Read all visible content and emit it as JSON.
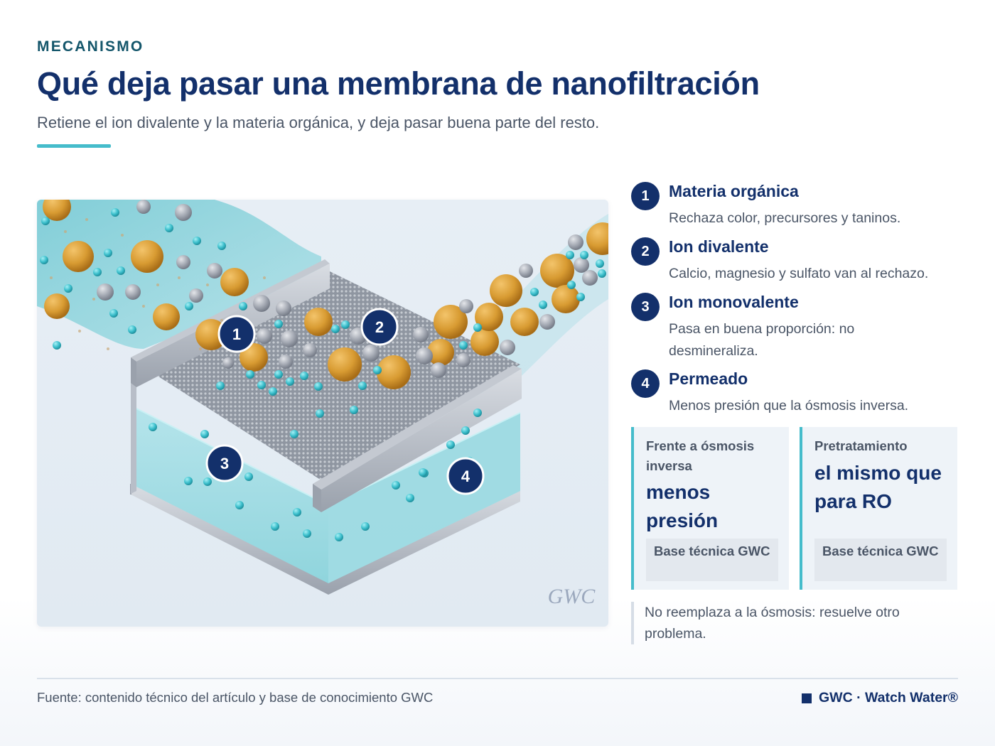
{
  "header": {
    "eyebrow": "MECANISMO",
    "title": "Qué deja pasar una membrana de nanofiltración",
    "subtitle": "Retiene el ion divalente y la materia orgánica, y deja pasar buena parte del resto."
  },
  "illustration": {
    "watermark": "GWC",
    "markers": [
      "1",
      "2",
      "3",
      "4"
    ],
    "colors": {
      "organic": "#d89b32",
      "divalent": "#a3a8b2",
      "monovalent": "#3cbfcc",
      "water": "#7fd0d8",
      "frame": "#b8bec8",
      "badge": "#13306b"
    }
  },
  "legend": [
    {
      "number": "1",
      "title": "Materia orgánica",
      "description": "Rechaza color, precursores y taninos."
    },
    {
      "number": "2",
      "title": "Ion divalente",
      "description": "Calcio, magnesio y sulfato van al rechazo."
    },
    {
      "number": "3",
      "title": "Ion monovalente",
      "description": "Pasa en buena proporción: no desmineraliza."
    },
    {
      "number": "4",
      "title": "Permeado",
      "description": "Menos presión que la ósmosis inversa."
    }
  ],
  "stats": [
    {
      "label": "Frente a ósmosis inversa",
      "value": "menos presión",
      "source": "Base técnica GWC"
    },
    {
      "label": "Pretratamiento",
      "value": "el mismo que para RO",
      "source": "Base técnica GWC"
    }
  ],
  "note": "No reemplaza a la ósmosis: resuelve otro problema.",
  "footer": {
    "source": "Fuente: contenido técnico del artículo y base de conocimiento GWC",
    "brand": "GWC · Watch Water®"
  }
}
